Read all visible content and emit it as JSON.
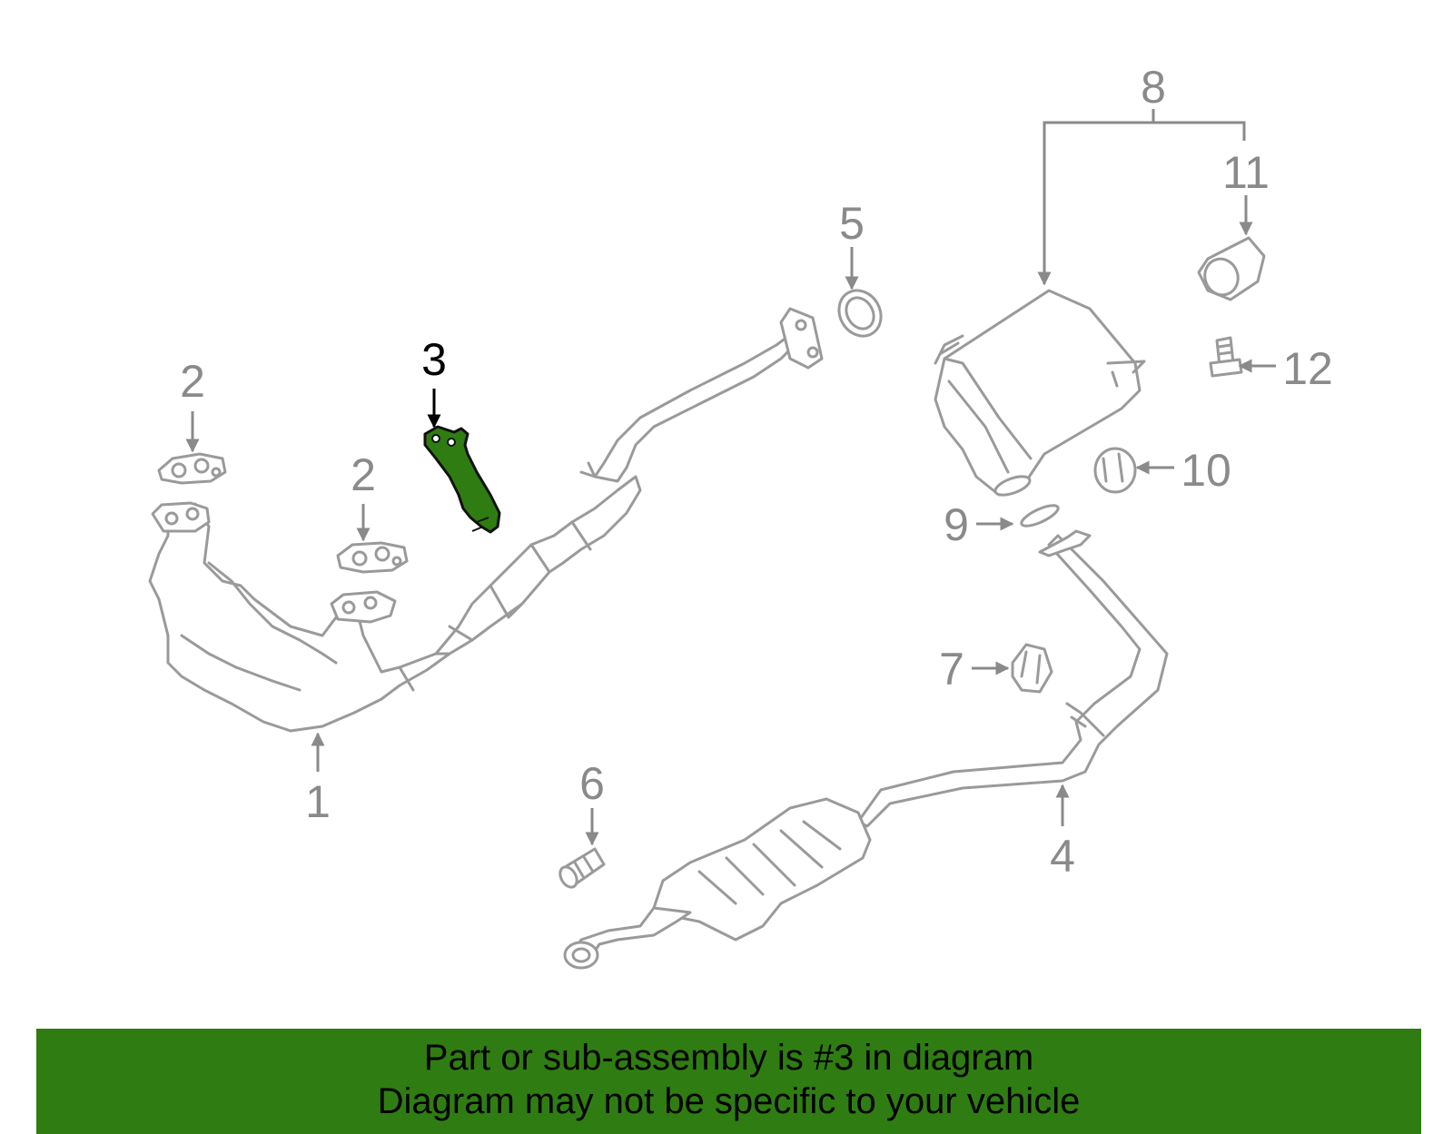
{
  "diagram": {
    "callouts": {
      "c1": "1",
      "c2a": "2",
      "c2b": "2",
      "c3": "3",
      "c4": "4",
      "c5": "5",
      "c6": "6",
      "c7": "7",
      "c8": "8",
      "c9": "9",
      "c10": "10",
      "c11": "11",
      "c12": "12"
    },
    "highlighted_part": "3",
    "highlight_color": "#2f7d12",
    "line_color": "#9a9a9a"
  },
  "banner": {
    "line1": "Part or sub-assembly is #3 in diagram",
    "line2": "Diagram may not be specific to your vehicle",
    "background_color": "#2f7d12"
  }
}
